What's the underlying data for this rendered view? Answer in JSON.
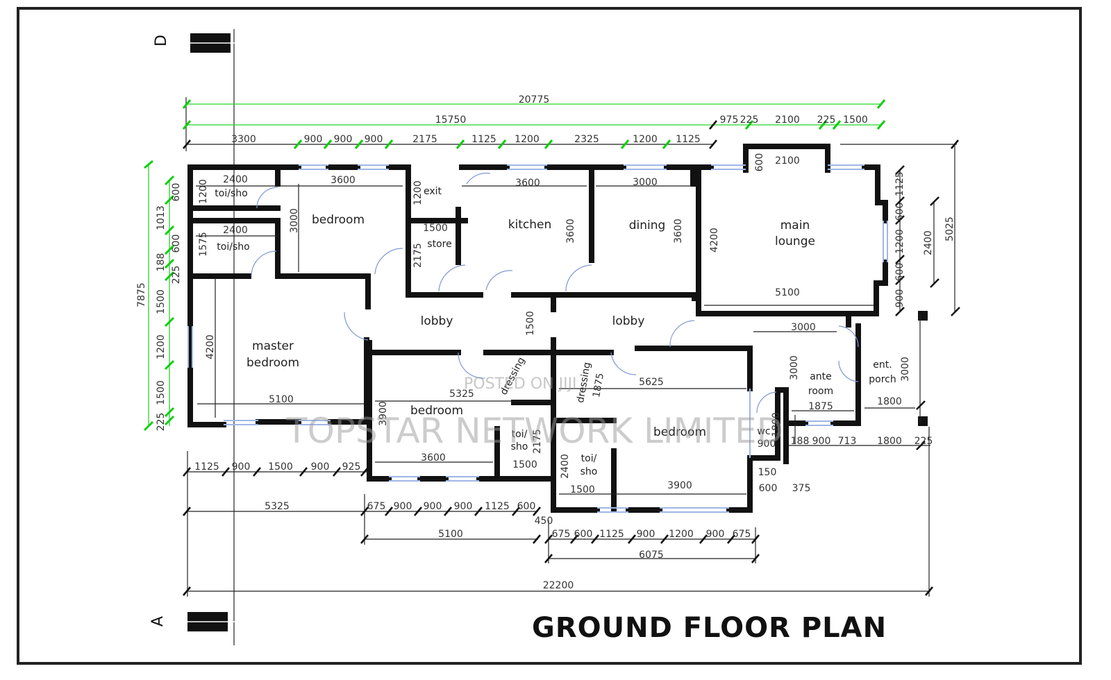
{
  "title": "GROUND FLOOR PLAN",
  "watermark": {
    "posted": "POSTED ON JIJI",
    "company": "TOPSTAR NETWORK LIMITED"
  },
  "axes": {
    "top": "D",
    "bottom": "A"
  },
  "rooms": {
    "toi_sho_1": "toi/sho",
    "toi_sho_2": "toi/sho",
    "bedroom_1": "bedroom",
    "exit": "exit",
    "store": "store",
    "kitchen": "kitchen",
    "dining": "dining",
    "main_lounge_1": "main",
    "main_lounge_2": "lounge",
    "lobby_1": "lobby",
    "lobby_2": "lobby",
    "master_bedroom_1": "master",
    "master_bedroom_2": "bedroom",
    "bedroom_2": "bedroom",
    "dressing_1": "dressing",
    "dressing_2": "dressing",
    "toi_sho_3a": "toi/",
    "toi_sho_3b": "sho",
    "toi_sho_4a": "toi/",
    "toi_sho_4b": "sho",
    "bedroom_3": "bedroom",
    "wc": "wc",
    "ante_room_1": "ante",
    "ante_room_2": "room",
    "ent_porch_1": "ent.",
    "ent_porch_2": "porch"
  },
  "dims": {
    "overall_top": "20775",
    "top_15750": "15750",
    "top_975": "975",
    "top_225a": "225",
    "top_2100": "2100",
    "top_225b": "225",
    "top_1500": "1500",
    "r_3300": "3300",
    "r_900a": "900",
    "r_900b": "900",
    "r_900c": "900",
    "r_2175": "2175",
    "r_1125a": "1125",
    "r_1200a": "1200",
    "r_2325": "2325",
    "r_1200b": "1200",
    "r_1125b": "1125",
    "lounge_2100": "2100",
    "lounge_600": "600",
    "in_2400a": "2400",
    "in_2400b": "2400",
    "in_3600a": "3600",
    "in_3600b": "3600",
    "in_3000a": "3000",
    "in_1500a": "1500",
    "in_1200a": "1200",
    "in_1200b": "1200",
    "in_3000b": "3000",
    "in_2175": "2175",
    "in_1575": "1575",
    "in_3600c": "3600",
    "in_3600d": "3600",
    "in_4200a": "4200",
    "in_5100a": "5100",
    "in_4200b": "4200",
    "in_5100b": "5100",
    "in_1500b": "1500",
    "in_5325a": "5325",
    "in_5625": "5625",
    "in_3900a": "3900",
    "in_3600e": "3600",
    "in_1500c": "1500",
    "in_2175b": "2175",
    "in_1875a": "1875",
    "in_2400c": "2400",
    "in_1500d": "1500",
    "in_3900b": "3900",
    "in_3000c": "3000",
    "in_1875b": "1875",
    "in_1800a": "1800",
    "in_1800b": "1800",
    "in_900wc": "900",
    "in_3000d": "3000",
    "r1_1125": "1125",
    "r1_900a": "900",
    "r1_1500": "1500",
    "r1_900b": "900",
    "r1_925": "925",
    "r2_5325": "5325",
    "r2_675": "675",
    "r2_900a": "900",
    "r2_900b": "900",
    "r2_900c": "900",
    "r2_1125": "1125",
    "r2_600": "600",
    "r2_450": "450",
    "r3_5100": "5100",
    "r3_675a": "675",
    "r3_600": "600",
    "r3_1125": "1125",
    "r3_900a": "900",
    "r3_1200": "1200",
    "r3_900b": "900",
    "r3_675b": "675",
    "r4_6075": "6075",
    "overall_bottom": "22200",
    "br_150": "150",
    "br_600": "600",
    "br_375": "375",
    "br_188": "188",
    "br_900": "900",
    "br_713": "713",
    "br_1800": "1800",
    "br_225": "225",
    "l_600a": "600",
    "l_1013": "1013",
    "l_600b": "600",
    "l_188": "188",
    "l_225a": "225",
    "l_1500a": "1500",
    "l_1200": "1200",
    "l_1500b": "1500",
    "l_225b": "225",
    "l_7875": "7875",
    "rt_1125": "1125",
    "rt_600a": "600",
    "rt_1200": "1200",
    "rt_600b": "600",
    "rt_900": "900",
    "rt_2400": "2400",
    "rt_5025": "5025",
    "rt_3000": "3000"
  }
}
